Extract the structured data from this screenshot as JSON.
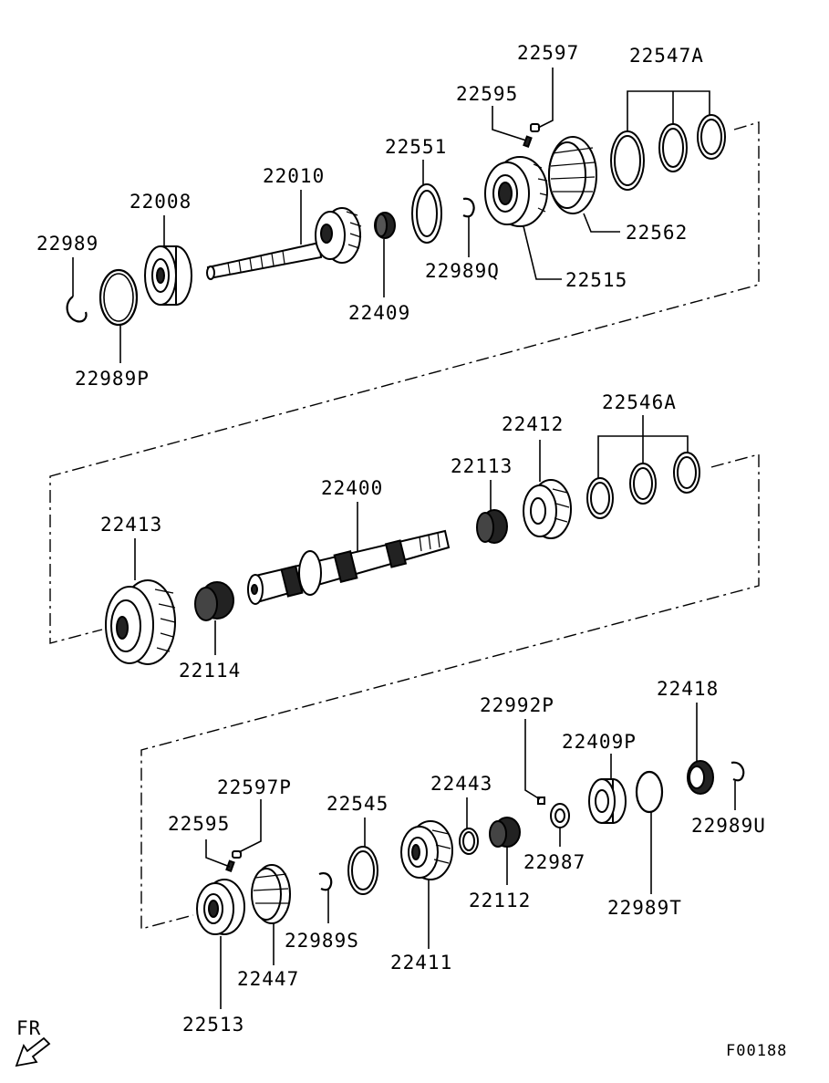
{
  "labels": {
    "p22989": "22989",
    "p22008": "22008",
    "p22010": "22010",
    "p22551": "22551",
    "p22595a": "22595",
    "p22597": "22597",
    "p22547A": "22547A",
    "p22562": "22562",
    "p22515": "22515",
    "p22989Q": "22989Q",
    "p22409": "22409",
    "p22989P": "22989P",
    "p22546A": "22546A",
    "p22412": "22412",
    "p22113": "22113",
    "p22400": "22400",
    "p22413": "22413",
    "p22114": "22114",
    "p22418": "22418",
    "p22992P": "22992P",
    "p22409P": "22409P",
    "p22443": "22443",
    "p22597P": "22597P",
    "p22545": "22545",
    "p22595b": "22595",
    "p22989U": "22989U",
    "p22987": "22987",
    "p22112": "22112",
    "p22989T": "22989T",
    "p22989S": "22989S",
    "p22411": "22411",
    "p22447": "22447",
    "p22513": "22513"
  },
  "direction_label": "FR",
  "figure_code": "F00188"
}
